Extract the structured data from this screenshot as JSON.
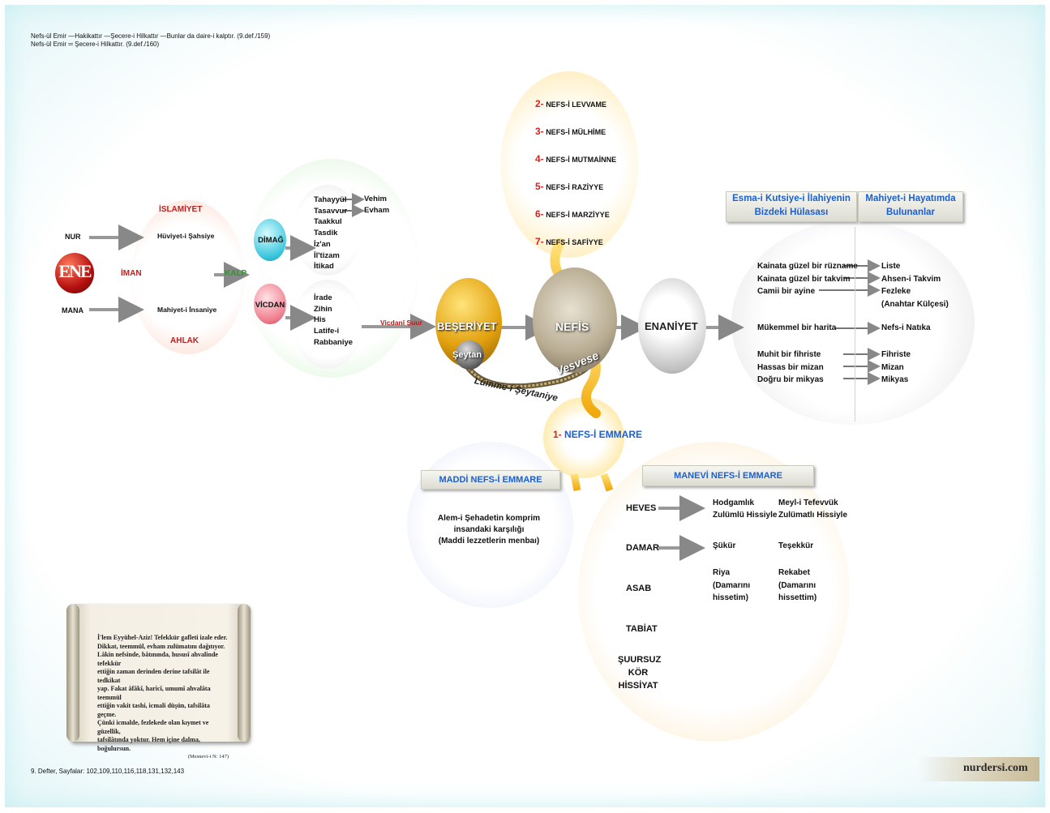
{
  "header": {
    "line1": "Nefs-ül Emir —Hakikattır —Şecere-i Hilkattır —Bunlar da daire-i kalptır. (9.def./159)",
    "line2": "Nefs-ül Emir ═ Şecere-i Hilkattır. (9.def./160)"
  },
  "left": {
    "nur": "NUR",
    "mana": "MANA",
    "ene": "ENE",
    "iman": "İMAN",
    "islamiyet": "İSLAMİYET",
    "ahlak": "AHLAK",
    "kalp": "KALP",
    "huviyet": "Hüviyet-i Şahsiye",
    "mahiyet": "Mahiyet-i İnsaniye"
  },
  "dimag": {
    "label": "DİMAĞ",
    "items": [
      "Tahayyül",
      "Tasavvur",
      "Taakkul",
      "Tasdik",
      "İz'an",
      "İl'tizam",
      "İtikad"
    ],
    "vehim": "Vehim",
    "evham": "Evham"
  },
  "vicdan": {
    "label": "VİCDAN",
    "items": [
      "İrade",
      "Zihin",
      "His",
      "Latife-i",
      "Rabbaniye"
    ],
    "suur": "Vicdanî Şuur"
  },
  "center": {
    "beseriyet": "BEŞERİYET",
    "seytan": "Şeytan",
    "nefis": "NEFİS",
    "vesvese": "Vesvese",
    "lumme": "Lümme-i Şeytaniye",
    "enaniyet": "ENANİYET"
  },
  "nefs_levels": [
    {
      "num": "2-",
      "name": "NEFS-İ LEVVAME"
    },
    {
      "num": "3-",
      "name": "NEFS-İ MÜLHİME"
    },
    {
      "num": "4-",
      "name": "NEFS-İ MUTMAİNNE"
    },
    {
      "num": "5-",
      "name": "NEFS-İ RAZİYYE"
    },
    {
      "num": "6-",
      "name": "NEFS-İ MARZİYYE"
    },
    {
      "num": "7-",
      "name": "NEFS-İ SAFİYYE"
    }
  ],
  "emmare": {
    "num": "1-",
    "name": "NEFS-İ EMMARE"
  },
  "right": {
    "banner1": "Esma-i Kutsiye-i İlahiyenin Bizdeki Hülasası",
    "banner2": "Mahiyet-i Hayatımda Bulunanlar",
    "left_items": [
      "Kainata güzel bir rüzname",
      "Kainata güzel bir takvim",
      "Camii bir ayine",
      "Mükemmel bir harita",
      "Muhit bir fihriste",
      "Hassas bir mizan",
      "Doğru bir mikyas"
    ],
    "right_items": [
      "Liste",
      "Ahsen-i Takvim",
      "Fezleke",
      "(Anahtar Külçesi)",
      "Nefs-i Natıka",
      "Fihriste",
      "Mizan",
      "Mikyas"
    ]
  },
  "maddi": {
    "banner": "MADDİ NEFS-İ EMMARE",
    "text1": "Alem-i Şehadetin komprim",
    "text2": "insandaki karşılığı",
    "text3": "(Maddi lezzetlerin menbaı)"
  },
  "manevi": {
    "banner": "MANEVİ NEFS-İ EMMARE",
    "heves": "HEVES",
    "damar": "DAMAR",
    "asab": "ASAB",
    "tabiat": "TABİAT",
    "suursuz": "ŞUURSUZ",
    "kor": "KÖR",
    "hissiyat": "HİSSİYAT",
    "hodgamlik": "Hodgamlık",
    "zulumlu": "Zulümlü Hissiyle",
    "meyl": "Meyl-i Tefevvük",
    "zulumatli": "Zulümatlı Hissiyle",
    "sukur": "Şükür",
    "tesekkur": "Teşekkür",
    "riya": "Riya",
    "damarini1": "(Damarını",
    "hissetim": "hissetim)",
    "rekabet": "Rekabet",
    "damarini2": "(Damarını",
    "hissettim": "hissettim)"
  },
  "scroll": {
    "lines": [
      "İ'lem Eyyühel-Aziz! Tefekkür gafleti izale eder.",
      "Dikkat, teemmül, evham zulümatını dağıtıyor.",
      "Lâkin nefsinde, bâtınında, hususî ahvalinde tefekkür",
      "ettiğin zaman derinden derine tafsilât ile tedkikat",
      "yap. Fakat âfâkî, haricî, umumî ahvalâta teemmül",
      "ettiğin vakit tashi, icmali düşün, tafsilâta geçme.",
      "Çünki icmalde, fezlekede olan kıymet ve güzellik,",
      "tafsilâtında yoktur. Hem içine dalma, boğulursun."
    ],
    "source": "(Mesnevi-i N: 147)"
  },
  "footer": {
    "pages": "9. Defter, Sayfalar: 102,109,110,116,118,131,132,143",
    "brand": "nurdersi.com"
  },
  "colors": {
    "accent_blue": "#1b5fd0",
    "accent_red": "#e02020",
    "gold": "#f5c21b"
  }
}
